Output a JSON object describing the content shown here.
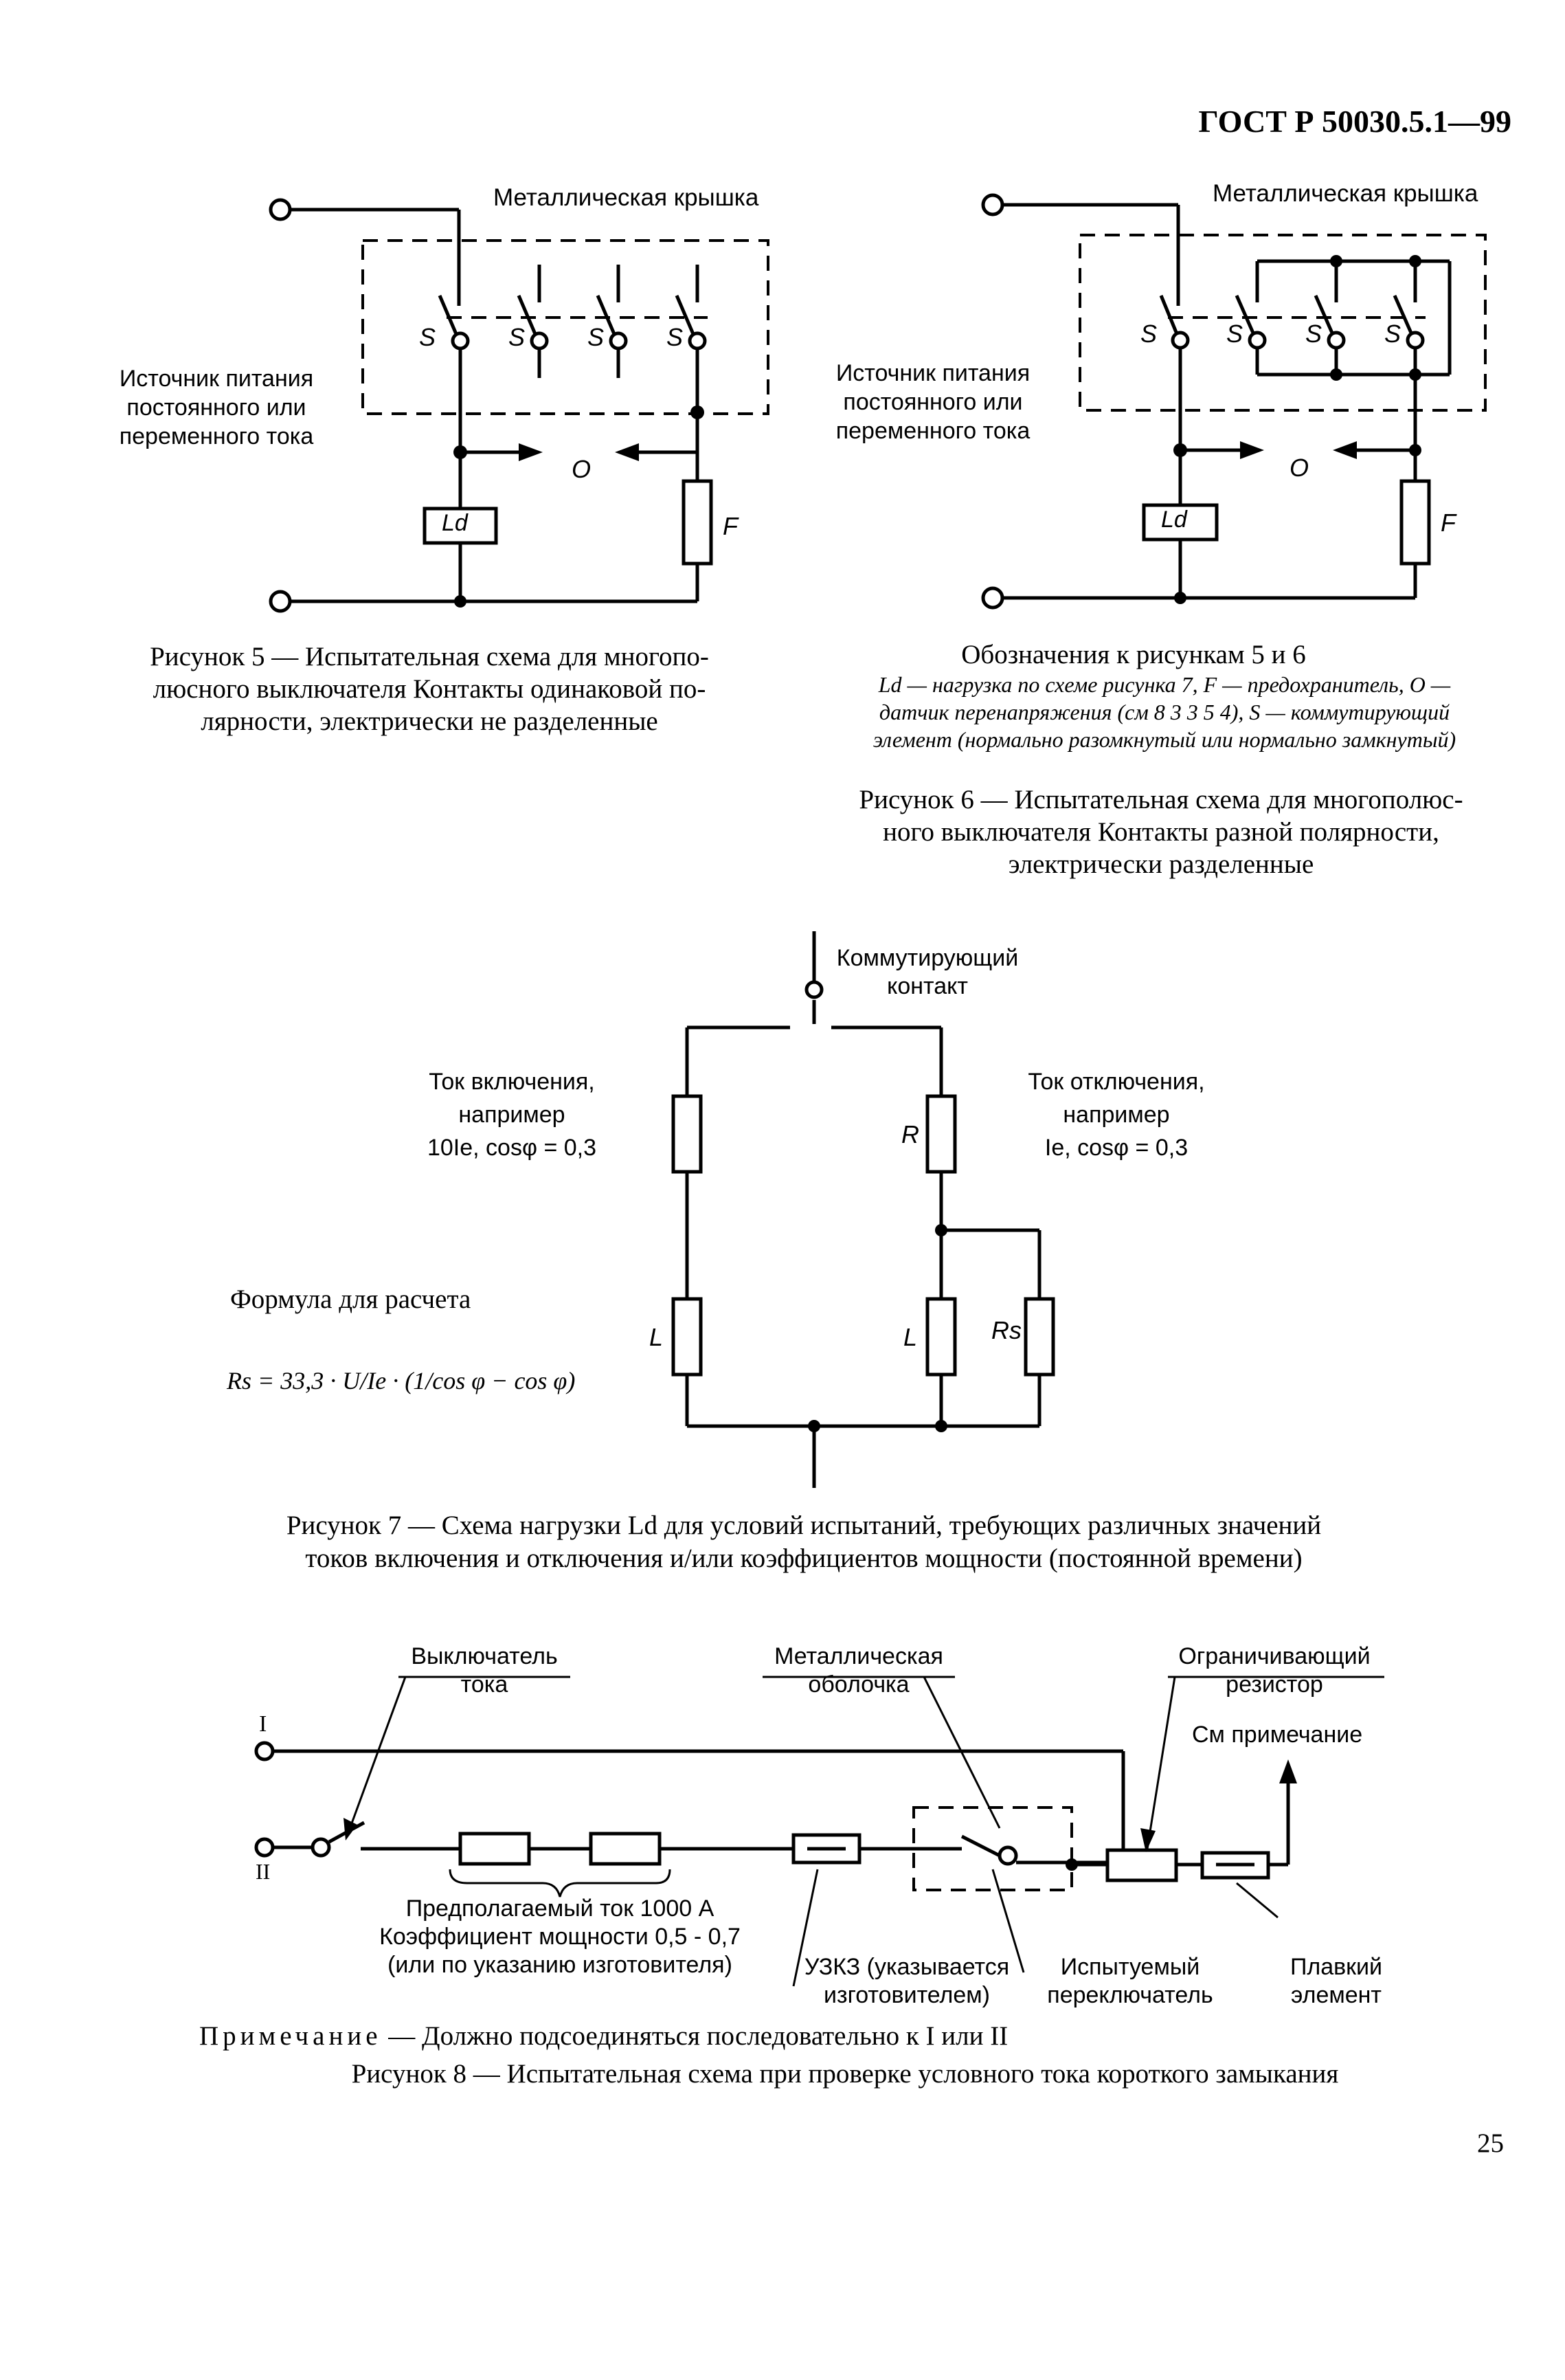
{
  "header": {
    "doc_code": "ГОСТ Р 50030.5.1—99"
  },
  "fig5": {
    "cover_label": "Металлическая крышка",
    "source_label": [
      "Источник питания",
      "постоянного или",
      "переменного тока"
    ],
    "switch_labels": [
      "S",
      "S",
      "S",
      "S"
    ],
    "o_label": "O",
    "f_label": "F",
    "ld_label": "Ld",
    "caption": [
      "Рисунок 5 — Испытательная схема для многопо-",
      "люсного выключателя Контакты одинаковой по-",
      "лярности, электрически не разделенные"
    ]
  },
  "fig6": {
    "cover_label": "Металлическая крышка",
    "source_label": [
      "Источник питания",
      "постоянного или",
      "переменного тока"
    ],
    "switch_labels": [
      "S",
      "S",
      "S",
      "S"
    ],
    "o_label": "O",
    "f_label": "F",
    "ld_label": "Ld",
    "legend_title": "Обозначения к рисункам 5 и 6",
    "legend": [
      "Ld — нагрузка по схеме рисунка 7, F — предохранитель, O —",
      "датчик перенапряжения (см  8 3 3 5 4), S — коммутирующий",
      "элемент (нормально разомкнутый или нормально замкнутый)"
    ],
    "caption": [
      "Рисунок 6 — Испытательная схема для многополюс-",
      "ного выключателя Контакты разной полярности,",
      "электрически разделенные"
    ]
  },
  "fig7": {
    "contact_label": [
      "Коммутирующий",
      "контакт"
    ],
    "make_label": [
      "Ток включения,",
      "например",
      "10Ie, cosφ = 0,3"
    ],
    "break_label": [
      "Ток отключения,",
      "например",
      "Ie, cosφ = 0,3"
    ],
    "r_label": "R",
    "l_left": "L",
    "l_right": "L",
    "rs_label": "Rs",
    "formula_title": "Формула для расчета",
    "formula": "Rs = 33,3 · U/Ie · (1/cos φ − cos φ)",
    "caption": [
      "Рисунок 7 — Схема нагрузки Ld для условий испытаний, требующих различных значений",
      "токов включения и отключения и/или коэффициентов мощности (постоянной времени)"
    ]
  },
  "fig8": {
    "breaker_label": [
      "Выключатель",
      "тока"
    ],
    "enclosure_label": [
      "Металлическая",
      "оболочка"
    ],
    "limit_res_label": [
      "Ограничивающий",
      "резистор"
    ],
    "note_ref": "См примечание",
    "terminal_1": "I",
    "terminal_2": "II",
    "current_label": [
      "Предполагаемый ток 1000 А",
      "Коэффициент мощности 0,5 - 0,7",
      "(или по указанию изготовителя)"
    ],
    "uzkz_label": [
      "УЗКЗ (указывается",
      "изготовителем)"
    ],
    "tested_label": [
      "Испытуемый",
      "переключатель"
    ],
    "fuse_label": [
      "Плавкий",
      "элемент"
    ],
    "note": "Примечание — Должно подсоединяться последовательно к I или II",
    "note_prefix": "Примечание",
    "note_rest": " — Должно подсоединяться последовательно к I или II",
    "caption": "Рисунок 8 — Испытательная схема при проверке условного тока короткого замыкания"
  },
  "footer": {
    "page_number": "25"
  }
}
